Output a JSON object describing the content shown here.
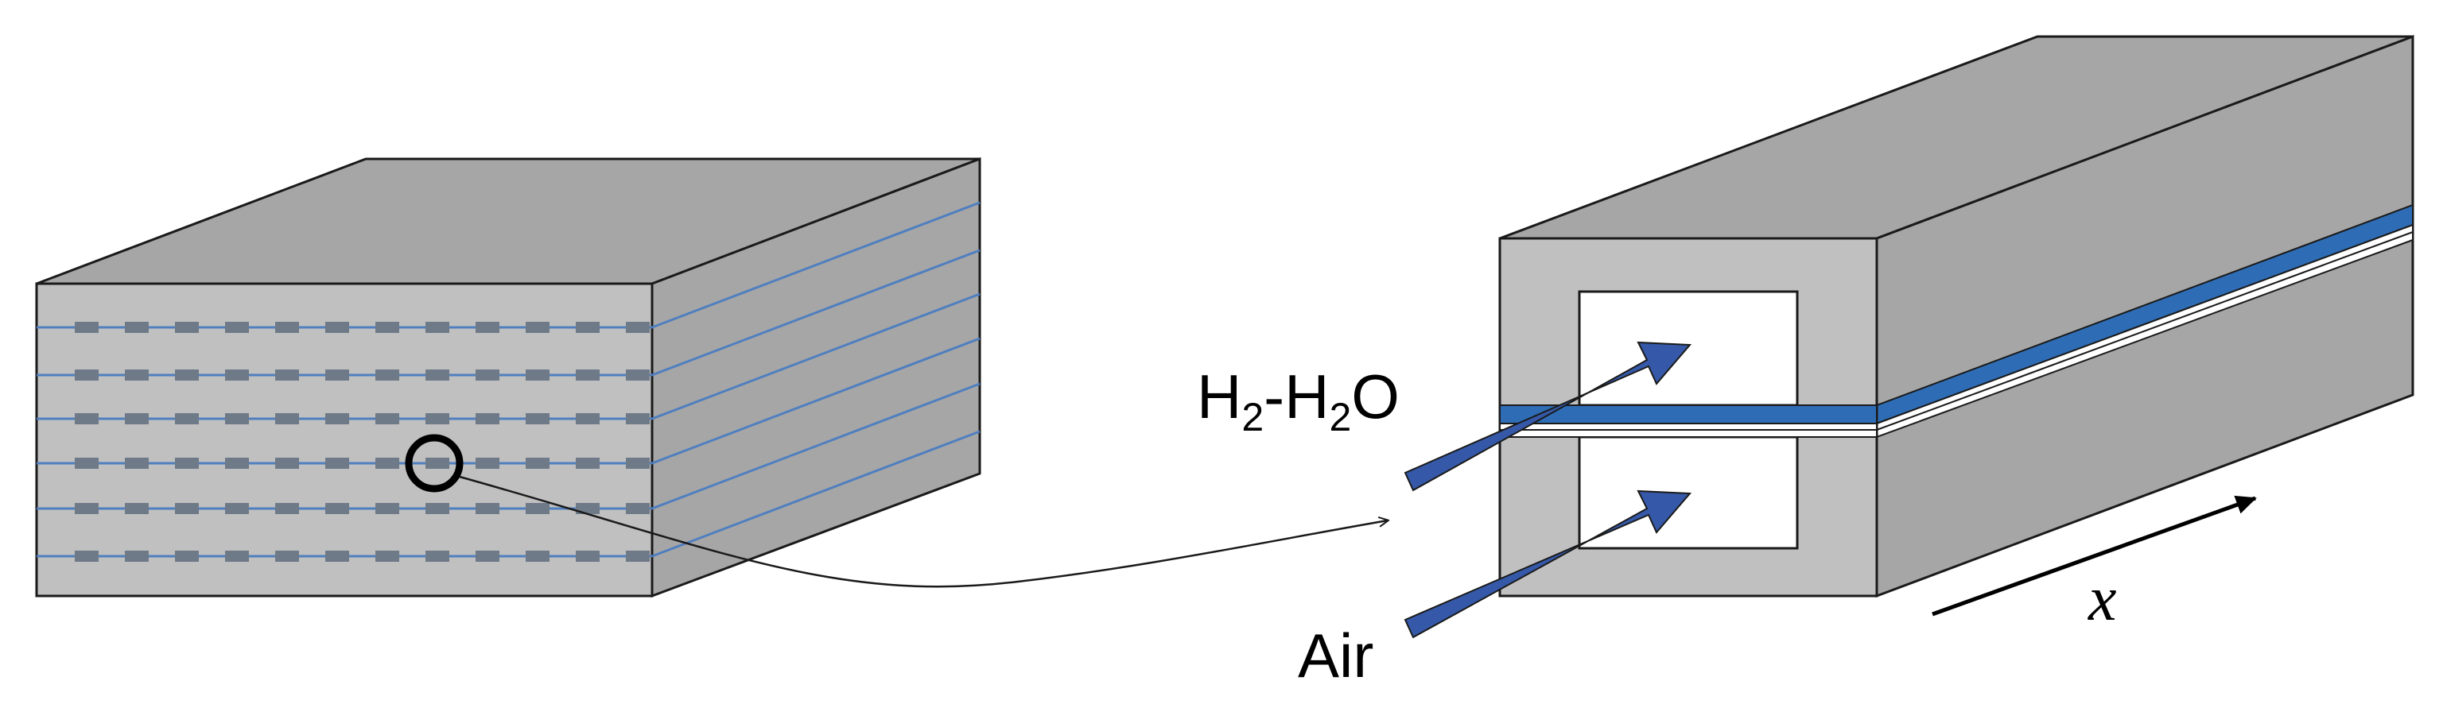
{
  "labels": {
    "fuel_main": "H",
    "fuel_sub1": "2",
    "fuel_mid": "-H",
    "fuel_sub2": "2",
    "fuel_end": "O",
    "air": "Air",
    "axis": "x"
  },
  "colors": {
    "box_front": "#c0c0c0",
    "box_top": "#a6a6a6",
    "box_side": "#a6a6a6",
    "outline": "#1a1a1a",
    "interconnect_line": "#4f7fbf",
    "cell_segment": "#6e7a87",
    "electrolyte": "#2e6db5",
    "flow_arrow": "#3559a8",
    "channel": "#ffffff"
  },
  "icons": {
    "zoom_marker": "circle-icon",
    "connector": "curved-arrow-icon",
    "direction": "arrow-icon"
  }
}
